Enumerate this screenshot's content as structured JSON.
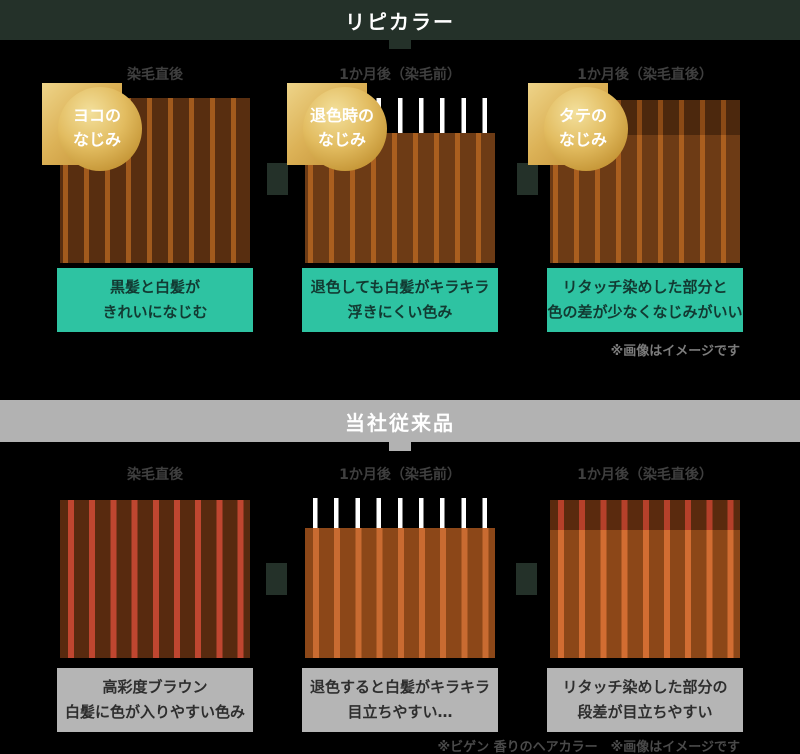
{
  "repi": {
    "header": "リピカラー",
    "note": "※画像はイメージです",
    "panels": [
      {
        "label": "染毛直後",
        "badge": "ヨコの\nなじみ",
        "caption": "黒髪と白髪が\nきれいになじむ"
      },
      {
        "label": "1か月後（染毛前）",
        "badge": "退色時の\nなじみ",
        "caption": "退色しても白髪がキラキラ\n浮きにくい色み"
      },
      {
        "label": "1か月後（染毛直後）",
        "badge": "タテの\nなじみ",
        "caption": "リタッチ染めした部分と\n色の差が少なくなじみがいい"
      }
    ]
  },
  "conventional": {
    "header": "当社従来品",
    "footnote": "※ビゲン 香りのヘアカラー　※画像はイメージです",
    "panels": [
      {
        "label": "染毛直後",
        "caption": "高彩度ブラウン\n白髪に色が入りやすい色み"
      },
      {
        "label": "1か月後（染毛前）",
        "caption": "退色すると白髪がキラキラ\n目立ちやすい…"
      },
      {
        "label": "1か月後（染毛直後）",
        "caption": "リタッチ染めした部分の\n段差が目立ちやすい"
      }
    ]
  },
  "colors": {
    "background": "#000000",
    "repi_header_bg": "#243129",
    "conventional_header_bg": "#b2b2b2",
    "benefit_box_bg": "#2ec3a2",
    "benefit_box_text": "#123a32",
    "drawback_box_bg": "#b5b5b5",
    "drawback_box_text": "#2e2e2e",
    "badge_gold_light": "#f3e09c",
    "badge_gold_dark": "#b07f24",
    "panel_label_text": "#3f3f3f",
    "dyed_dark_brown": "#582e10",
    "dyed_stripe_brown": "#a15a1d",
    "faded_brown": "#6d3b15",
    "faded_stripe_brown": "#aa5f1f",
    "conv_red_stripe": "#bf4630",
    "conv_faded_orange": "#8c4718",
    "conv_faded_stripe": "#c96b31",
    "white_hair": "#ffffff"
  }
}
